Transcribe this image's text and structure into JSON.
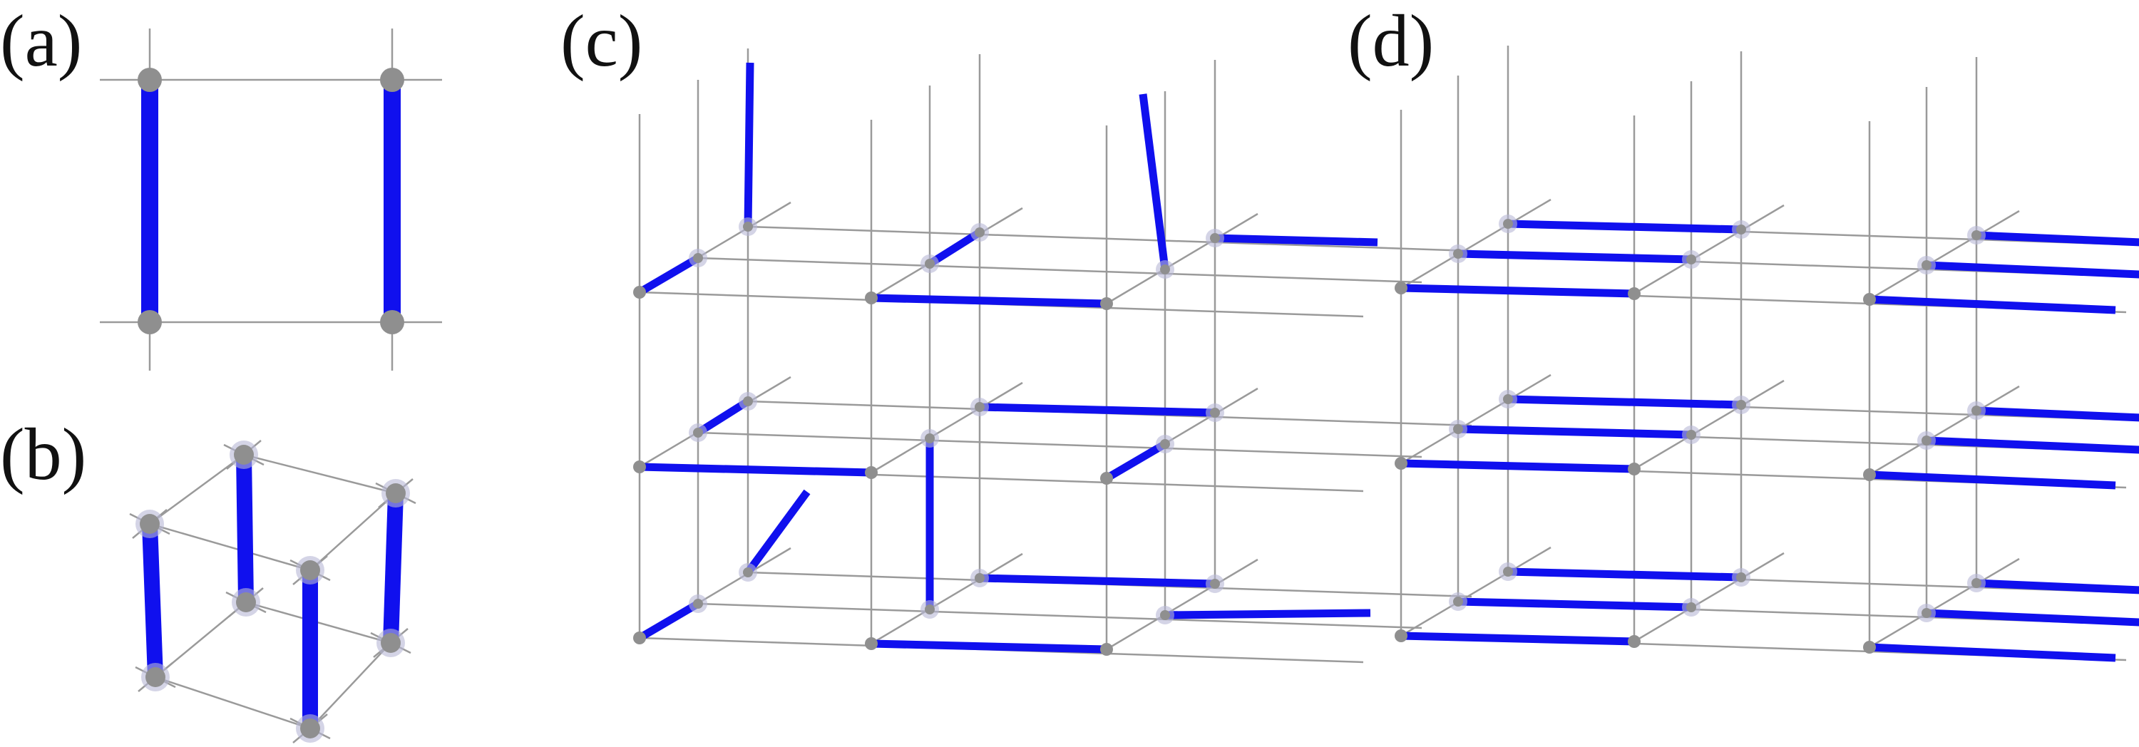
{
  "panels": [
    {
      "id": "a",
      "label": "(a)"
    },
    {
      "id": "b",
      "label": "(b)"
    },
    {
      "id": "c",
      "label": "(c)"
    },
    {
      "id": "d",
      "label": "(d)"
    }
  ],
  "colors": {
    "background": "#ffffff",
    "grid_line": "#9a9a9a",
    "bond": "#1010ee",
    "node": "#8f8f8f",
    "node_glow": "#b7b7d6",
    "label": "#111111"
  }
}
